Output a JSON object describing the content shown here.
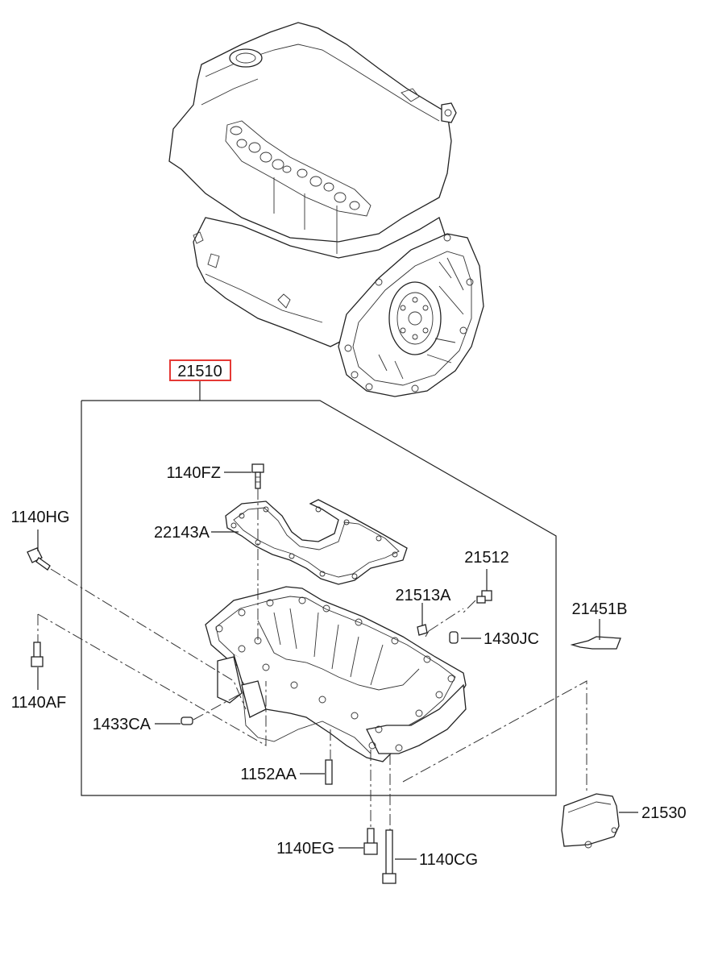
{
  "labels": {
    "p21510": "21510",
    "p1140FZ": "1140FZ",
    "p22143A": "22143A",
    "p1140HG": "1140HG",
    "p21512": "21512",
    "p21513A": "21513A",
    "p21451B": "21451B",
    "p1430JC": "1430JC",
    "p1140AF": "1140AF",
    "p1433CA": "1433CA",
    "p1152AA": "1152AA",
    "p21530": "21530",
    "p1140EG": "1140EG",
    "p1140CG": "1140CG"
  },
  "highlight_color": "#e53935",
  "highlighted_part": "21510"
}
